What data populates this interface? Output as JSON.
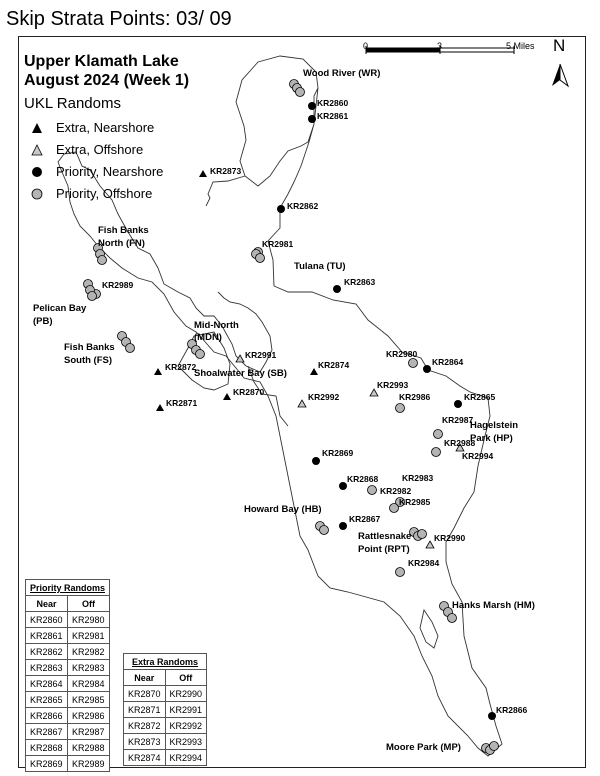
{
  "page_title": "Skip Strata Points: 03/ 09",
  "map_title": [
    "Upper Klamath Lake",
    "August 2024 (Week 1)"
  ],
  "legend": {
    "title": "UKL Randoms",
    "items": [
      {
        "label": "Extra, Nearshore",
        "symbol": "black-triangle"
      },
      {
        "label": "Extra, Offshore",
        "symbol": "gray-triangle"
      },
      {
        "label": "Priority, Nearshore",
        "symbol": "black-circle"
      },
      {
        "label": "Priority, Offshore",
        "symbol": "gray-circle"
      }
    ]
  },
  "scale_bar": {
    "labels": [
      "0",
      "3",
      "5 Miles"
    ]
  },
  "north_arrow": {
    "label": "N"
  },
  "place_labels": [
    "Wood River (WR)",
    "Fish Banks",
    "North (FN)",
    "Pelican Bay",
    "(PB)",
    "Fish Banks",
    "South (FS)",
    "Mid-North",
    "(MDN)",
    "Shoalwater Bay (SB)",
    "Tulana (TU)",
    "Hagelstein",
    "Park (HP)",
    "Howard Bay (HB)",
    "Rattlesnake",
    "Point (RPT)",
    "Hanks Marsh (HM)",
    "Moore Park (MP)"
  ],
  "point_labels": [
    "KR2860",
    "KR2861",
    "KR2873",
    "KR2862",
    "KR2981",
    "KR2863",
    "KR2989",
    "KR2991",
    "KR2874",
    "KR2872",
    "KR2870",
    "KR2871",
    "KR2992",
    "KR2980",
    "KR2864",
    "KR2993",
    "KR2986",
    "KR2865",
    "KR2987",
    "KR2988",
    "KR2994",
    "KR2869",
    "KR2868",
    "KR2983",
    "KR2982",
    "KR2985",
    "KR2867",
    "KR2990",
    "KR2984",
    "KR2866"
  ],
  "priority_table": {
    "title": "Priority Randoms",
    "headers": [
      "Near",
      "Off"
    ],
    "rows": [
      [
        "KR2860",
        "KR2980"
      ],
      [
        "KR2861",
        "KR2981"
      ],
      [
        "KR2862",
        "KR2982"
      ],
      [
        "KR2863",
        "KR2983"
      ],
      [
        "KR2864",
        "KR2984"
      ],
      [
        "KR2865",
        "KR2985"
      ],
      [
        "KR2866",
        "KR2986"
      ],
      [
        "KR2867",
        "KR2987"
      ],
      [
        "KR2868",
        "KR2988"
      ],
      [
        "KR2869",
        "KR2989"
      ]
    ]
  },
  "extra_table": {
    "title": "Extra Randoms",
    "headers": [
      "Near",
      "Off"
    ],
    "rows": [
      [
        "KR2870",
        "KR2990"
      ],
      [
        "KR2871",
        "KR2991"
      ],
      [
        "KR2872",
        "KR2992"
      ],
      [
        "KR2873",
        "KR2993"
      ],
      [
        "KR2874",
        "KR2994"
      ]
    ]
  },
  "colors": {
    "priority_nearshore": "#000000",
    "priority_offshore": "#b4b4b4",
    "extra_offshore": "#c8c8c8",
    "shoreline": "#333333"
  }
}
